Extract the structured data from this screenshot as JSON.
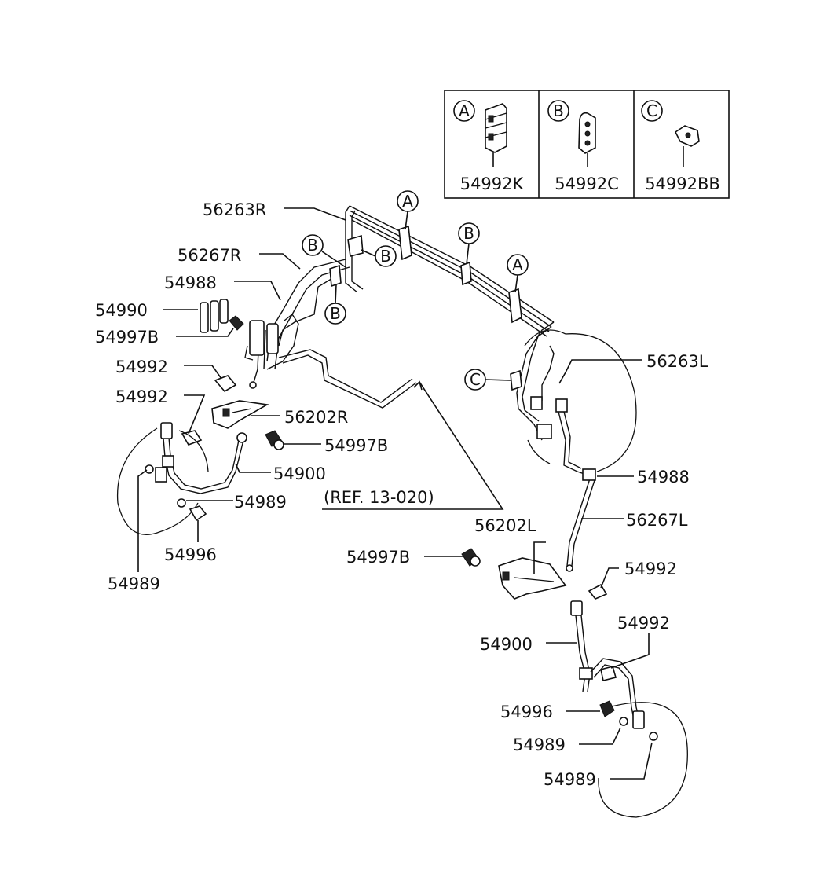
{
  "legend": {
    "cells": [
      {
        "letter": "A",
        "part": "54992K"
      },
      {
        "letter": "B",
        "part": "54992C"
      },
      {
        "letter": "C",
        "part": "54992BB"
      }
    ]
  },
  "callouts": {
    "a1": "A",
    "a2": "A",
    "b1": "B",
    "b2": "B",
    "b3": "B",
    "b4": "B",
    "c1": "C"
  },
  "labels": {
    "p56263R": "56263R",
    "p56267R": "56267R",
    "p54988_left": "54988",
    "p54990": "54990",
    "p54997B_left": "54997B",
    "p54992_left_a": "54992",
    "p54992_left_b": "54992",
    "p56202R": "56202R",
    "p54997B_mid": "54997B",
    "p54900_left": "54900",
    "p54989_left_a": "54989",
    "p54996_left": "54996",
    "p54989_left_b": "54989",
    "ref": "(REF. 13-020)",
    "p56263L": "56263L",
    "p54988_right": "54988",
    "p56267L": "56267L",
    "p56202L": "56202L",
    "p54997B_right": "54997B",
    "p54992_right_a": "54992",
    "p54992_right_b": "54992",
    "p54900_right": "54900",
    "p54996_right": "54996",
    "p54989_right_a": "54989",
    "p54989_right_b": "54989"
  }
}
